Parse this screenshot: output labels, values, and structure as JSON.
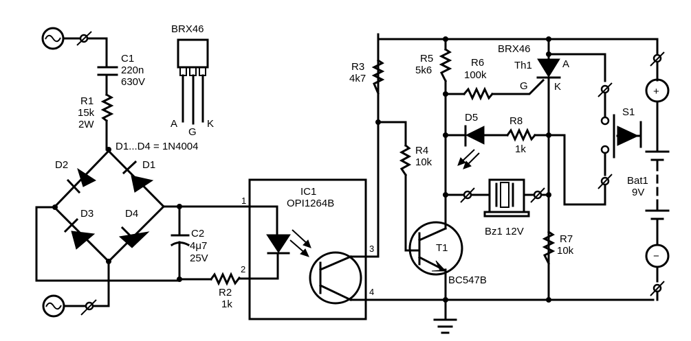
{
  "diagram": {
    "type": "electronic-schematic",
    "background_color": "#ffffff",
    "line_color": "#000000"
  },
  "labels": {
    "brx46_pinout_title": "BRX46",
    "pin_a": "A",
    "pin_g": "G",
    "pin_k": "K",
    "c1_name": "C1",
    "c1_value": "220n",
    "c1_rating": "630V",
    "r1_name": "R1",
    "r1_value": "15k",
    "r1_rating": "2W",
    "diode_note": "D1...D4 = 1N4004",
    "d1": "D1",
    "d2": "D2",
    "d3": "D3",
    "d4": "D4",
    "c2_name": "C2",
    "c2_value": "4μ7",
    "c2_rating": "25V",
    "r2_name": "R2",
    "r2_value": "1k",
    "ic1_name": "IC1",
    "ic1_part": "OPI1264B",
    "ic1_pin1": "1",
    "ic1_pin2": "2",
    "ic1_pin3": "3",
    "ic1_pin4": "4",
    "r3_name": "R3",
    "r3_value": "4k7",
    "r4_name": "R4",
    "r4_value": "10k",
    "r5_name": "R5",
    "r5_value": "5k6",
    "r6_name": "R6",
    "r6_value": "100k",
    "th1_part": "BRX46",
    "th1_name": "Th1",
    "th1_a": "A",
    "th1_g": "G",
    "th1_k": "K",
    "d5": "D5",
    "r8_name": "R8",
    "r8_value": "1k",
    "s1": "S1",
    "bat1_name": "Bat1",
    "bat1_value": "9V",
    "bz1": "Bz1 12V",
    "t1_name": "T1",
    "t1_part": "BC547B",
    "r7_name": "R7",
    "r7_value": "10k",
    "bat_plus": "+",
    "bat_minus": "−"
  }
}
